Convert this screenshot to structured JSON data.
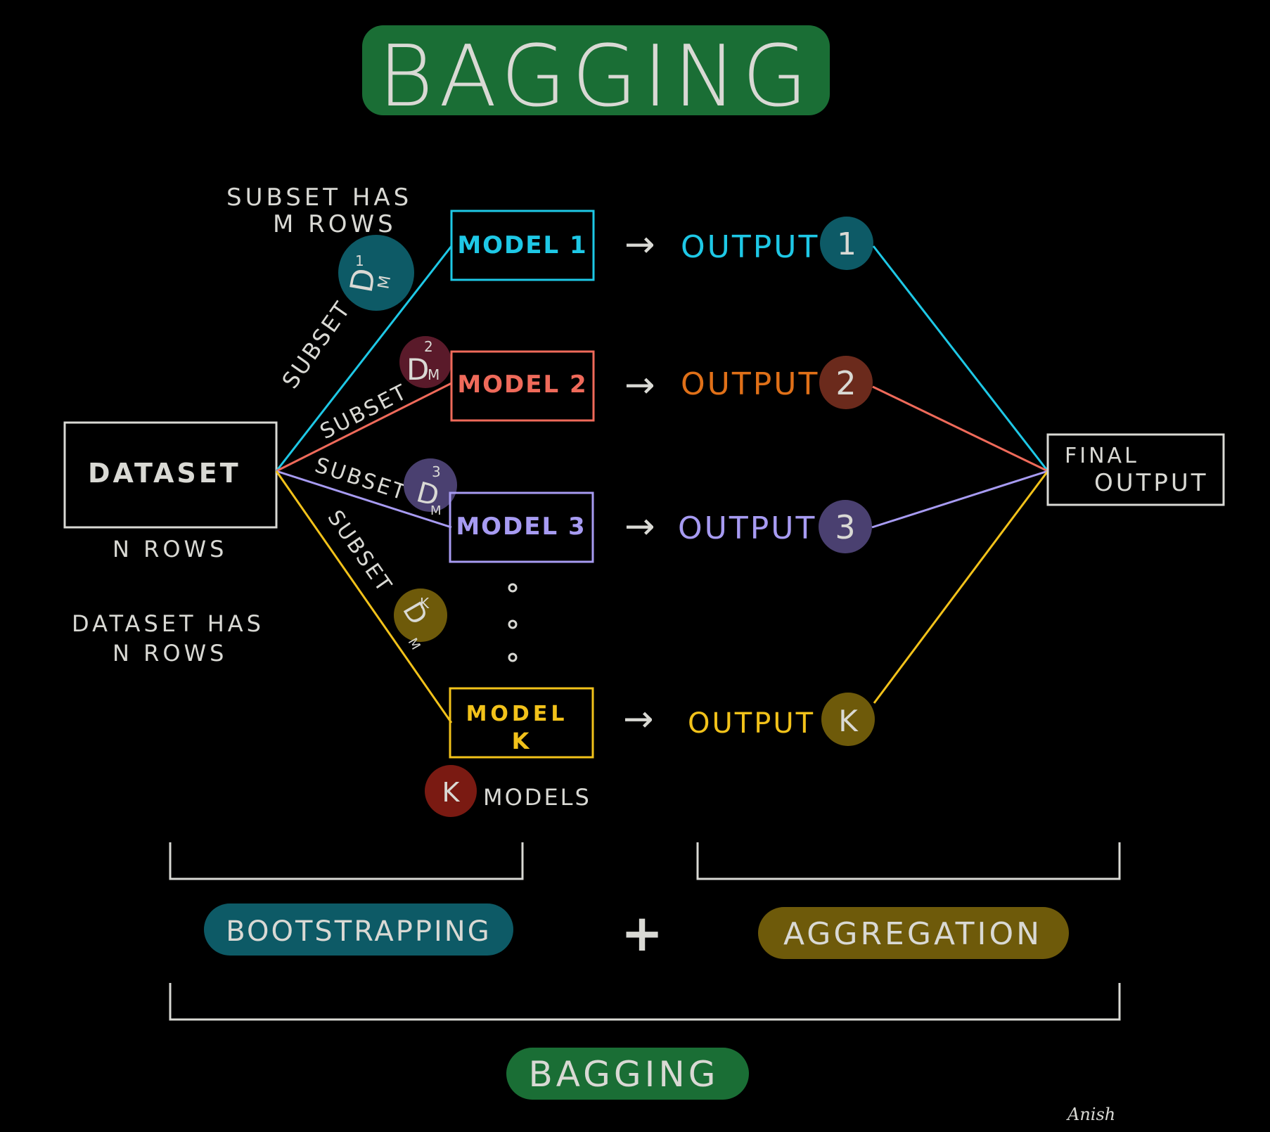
{
  "title": "BAGGING",
  "dataset": {
    "box_label": "DATASET",
    "rows_label": "N ROWS",
    "note_line1": "DATASET HAS",
    "note_line2": "N ROWS"
  },
  "subset_note": {
    "line1": "SUBSET HAS",
    "line2": "M ROWS"
  },
  "branches": [
    {
      "subset_label": "SUBSET",
      "subset_badge_main": "D",
      "subset_badge_sup": "1",
      "subset_badge_sub": "M",
      "model_label": "MODEL 1",
      "output_label": "OUTPUT",
      "output_badge": "1",
      "color": "#1ec8e6",
      "badge_color": "#0d5a66",
      "subset_badge_color": "#0d5a66"
    },
    {
      "subset_label": "SUBSET",
      "subset_badge_main": "D",
      "subset_badge_sup": "2",
      "subset_badge_sub": "M",
      "model_label": "MODEL 2",
      "output_label": "OUTPUT",
      "output_badge": "2",
      "color": "#ef6a5a",
      "output_color": "#e07018",
      "badge_color": "#6b2a1c",
      "subset_badge_color": "#5a1a2a"
    },
    {
      "subset_label": "SUBSET",
      "subset_badge_main": "D",
      "subset_badge_sup": "3",
      "subset_badge_sub": "M",
      "model_label": "MODEL 3",
      "output_label": "OUTPUT",
      "output_badge": "3",
      "color": "#a79bf2",
      "badge_color": "#4a4070",
      "subset_badge_color": "#4a4070"
    },
    {
      "subset_label": "SUBSET",
      "subset_badge_main": "D",
      "subset_badge_sup": "K",
      "subset_badge_sub": "M",
      "model_label_line1": "MODEL",
      "model_label_line2": "K",
      "output_label": "OUTPUT",
      "output_badge": "K",
      "color": "#f2c21a",
      "badge_color": "#6e5a0a",
      "subset_badge_color": "#6e5a0a"
    }
  ],
  "k_models": {
    "badge": "K",
    "label": "MODELS",
    "badge_color": "#7a1a12"
  },
  "arrow": "→",
  "final_output": {
    "line1": "FINAL",
    "line2": "OUTPUT"
  },
  "bootstrapping": {
    "label": "BOOTSTRAPPING",
    "color": "#0d5a66"
  },
  "plus": "+",
  "aggregation": {
    "label": "AGGREGATION",
    "color": "#6e5a0a"
  },
  "bottom_title": "BAGGING",
  "title_bg": "#1a6e35",
  "signature": "Anish"
}
